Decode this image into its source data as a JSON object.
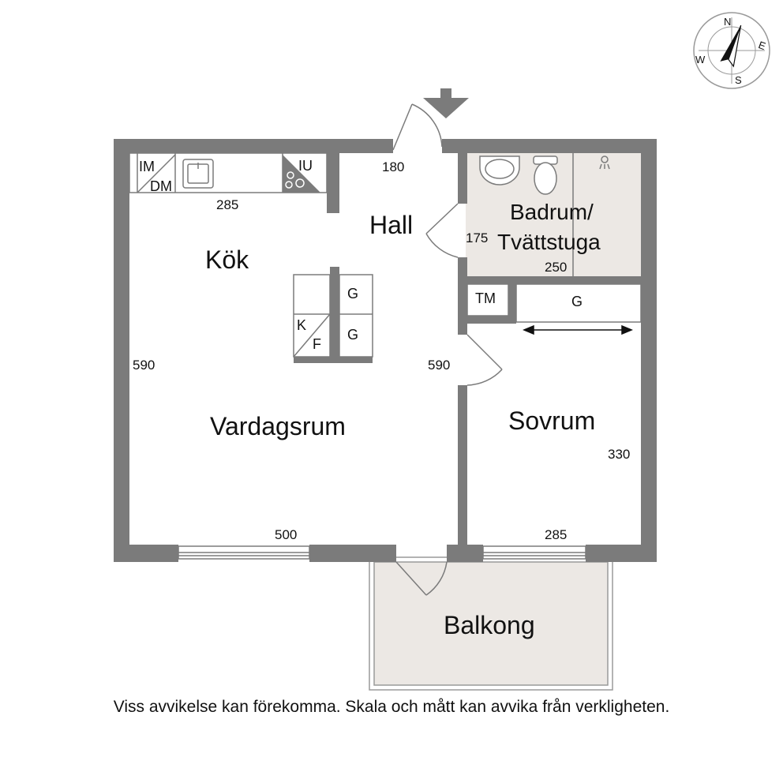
{
  "rooms": {
    "kok": "Kök",
    "hall": "Hall",
    "vardagsrum": "Vardagsrum",
    "badrum_line1": "Badrum/",
    "badrum_line2": "Tvättstuga",
    "sovrum": "Sovrum",
    "balkong": "Balkong"
  },
  "dimensions": {
    "kitchen_width": "285",
    "hall_width": "180",
    "bath_height": "175",
    "bath_width": "250",
    "living_height_left": "590",
    "living_height_right": "590",
    "bedroom_height": "330",
    "living_width": "500",
    "bedroom_width": "285"
  },
  "fixtures": {
    "im": "IM",
    "dm": "DM",
    "iu": "IU",
    "g_upper": "G",
    "g_lower": "G",
    "k": "K",
    "f": "F",
    "tm": "TM",
    "wardrobe": "G"
  },
  "compass": {
    "n": "N",
    "e": "E",
    "s": "S",
    "w": "W"
  },
  "colors": {
    "wall": "#7b7b7b",
    "wet_room_floor": "#ece8e4",
    "balcony_floor": "#ece8e4"
  },
  "disclaimer": "Viss avvikelse kan förekomma. Skala och mått kan avvika från verkligheten."
}
